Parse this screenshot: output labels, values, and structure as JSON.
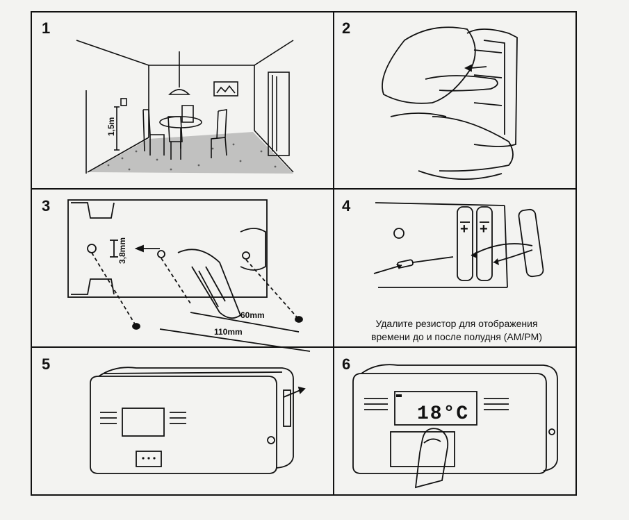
{
  "panels": [
    {
      "number": "1",
      "height_label": "1,5m"
    },
    {
      "number": "2"
    },
    {
      "number": "3",
      "dim_small": "3,8mm",
      "dim_mid": "60mm",
      "dim_long": "110mm"
    },
    {
      "number": "4",
      "caption_line1": "Удалите резистор для отображения",
      "caption_line2": "времени до и после полудня (AM/PM)"
    },
    {
      "number": "5"
    },
    {
      "number": "6",
      "display_text": "18°C"
    }
  ]
}
